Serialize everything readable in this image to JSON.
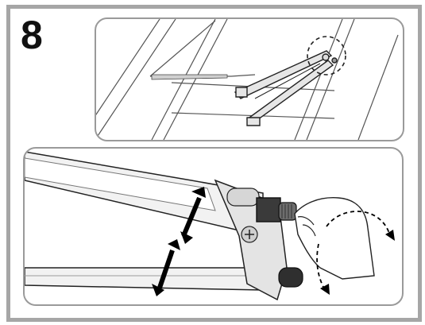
{
  "step": {
    "number": "8"
  },
  "illustrations": [
    {
      "name": "overview-arm-assembly",
      "highlight": "dashed-circle-around-adjustment-knob"
    },
    {
      "name": "detail-arm-adjustment",
      "arrows": [
        "double-headed-up-down",
        "double-headed-rotate"
      ]
    }
  ],
  "colors": {
    "frame": "#a6a6a6",
    "panel_border": "#9a9a9a",
    "line_art": "#222222",
    "arrow": "#000000"
  }
}
